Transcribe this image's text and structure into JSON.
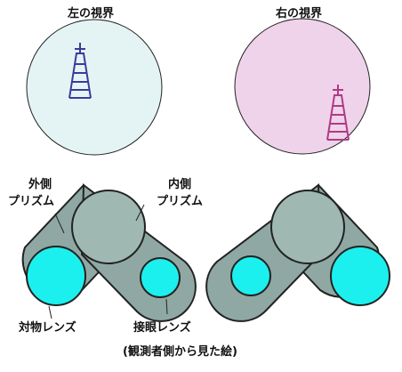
{
  "views": {
    "left_title": "左の視界",
    "right_title": "右の視界"
  },
  "labels": {
    "outer_prism": [
      "外側",
      "プリズム"
    ],
    "inner_prism": [
      "内側",
      "プリズム"
    ],
    "objective_lens": "対物レンズ",
    "eyepiece_lens": "接眼レンズ",
    "caption": "(観測者側から見た絵)"
  },
  "colors": {
    "left_view_fill": "#e4f4f4",
    "right_view_fill": "#efd3ea",
    "left_tower": "#3a3a9c",
    "right_tower": "#b03a86",
    "prism_body": "#8fa8a4",
    "prism_top": "#9fb8b2",
    "lens_fill": "#1cf0ee",
    "outline": "#222222",
    "leader_line": "#222222"
  }
}
